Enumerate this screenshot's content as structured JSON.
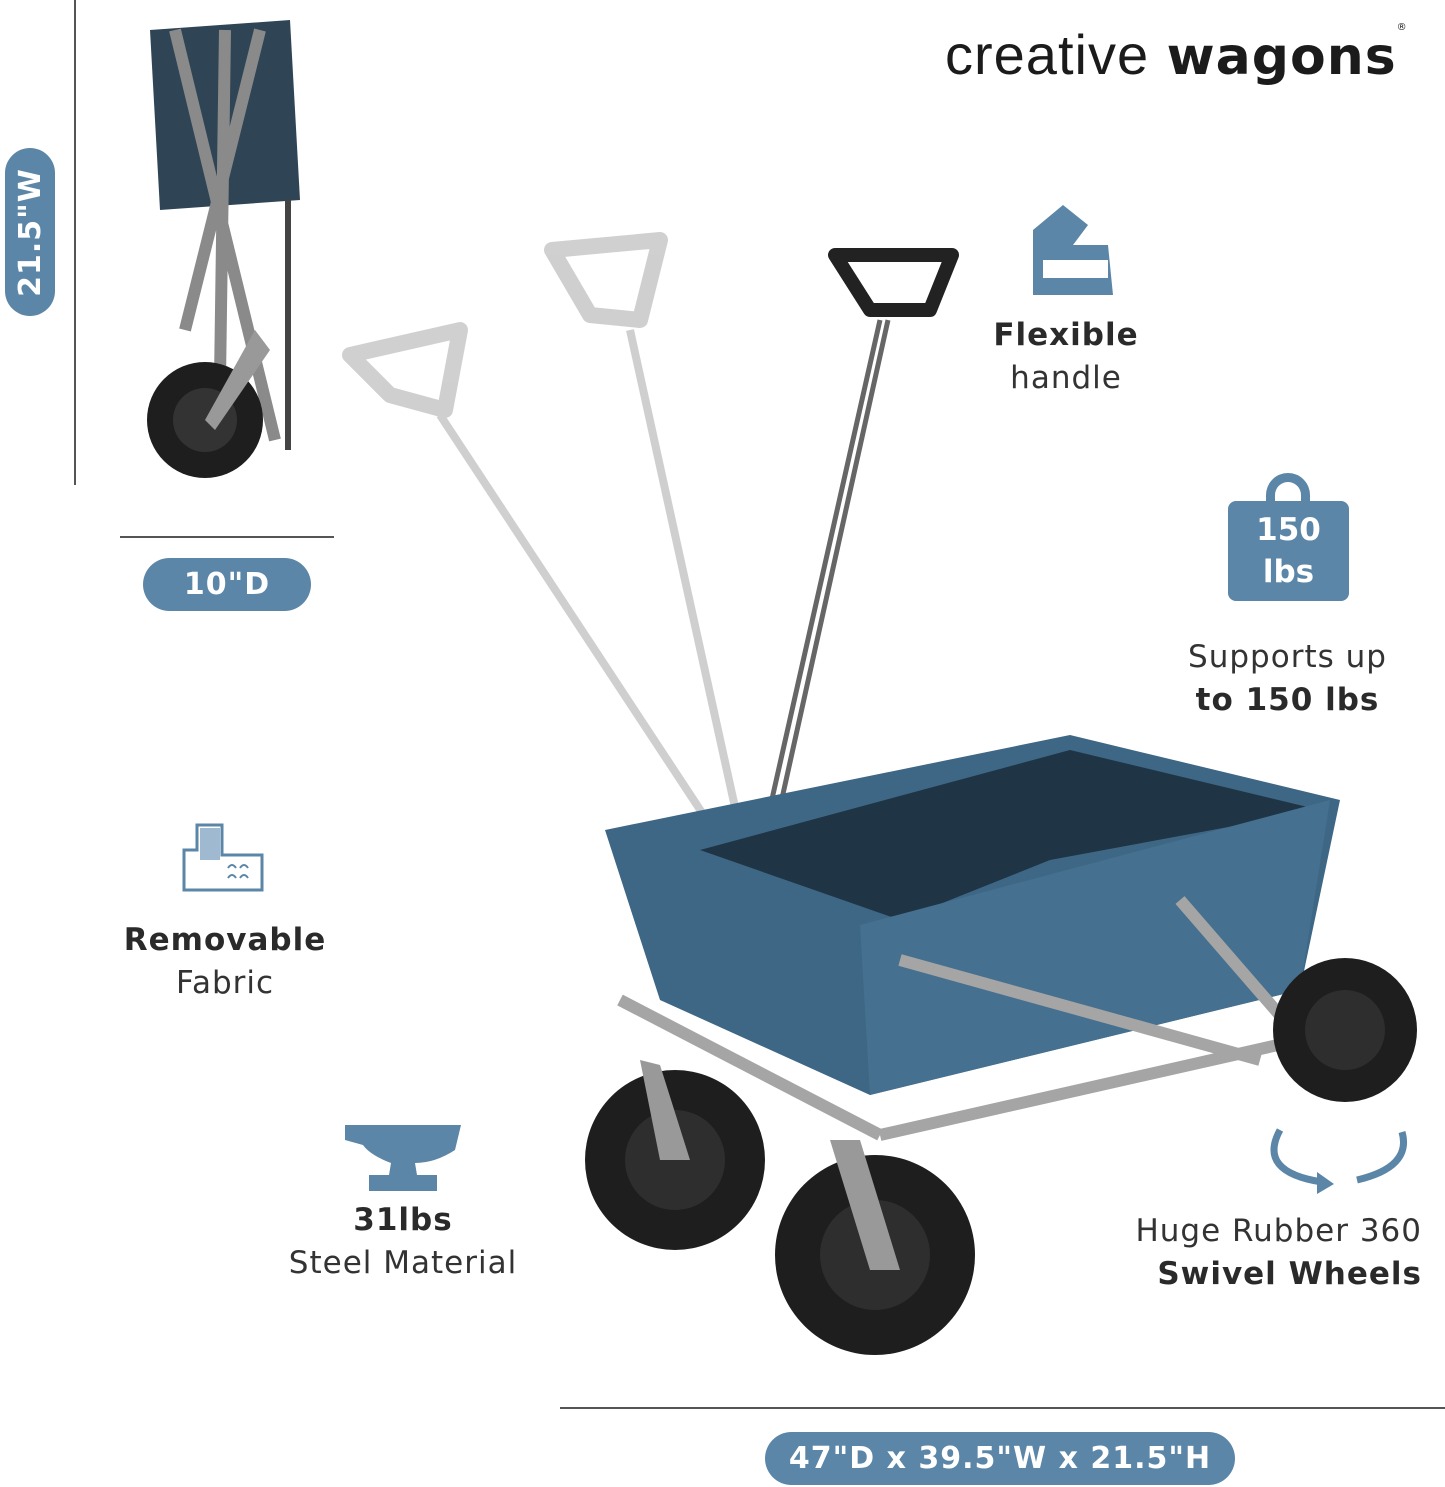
{
  "brand": {
    "name_light": "creative",
    "name_bold": "wagons",
    "registered": "®"
  },
  "dimensions": {
    "folded_width": "21.5\"W",
    "folded_depth": "10\"D",
    "full": "47\"D x 39.5\"W x 21.5\"H"
  },
  "features": [
    {
      "icon": "hand-grip-icon",
      "bold": "Flexible",
      "text": "handle"
    },
    {
      "icon": "weight-icon",
      "icon_text_1": "150",
      "icon_text_2": "lbs",
      "text": "Supports up",
      "bold": "to 150 lbs"
    },
    {
      "icon": "fabric-icon",
      "bold": "Removable",
      "text": "Fabric"
    },
    {
      "icon": "anvil-icon",
      "bold": "31lbs",
      "text": "Steel Material"
    },
    {
      "icon": "swivel-arrows-icon",
      "text": "Huge Rubber 360",
      "bold": "Swivel Wheels"
    }
  ],
  "colors": {
    "accent": "#5b86a7",
    "fabric": "#3e6786",
    "frame": "#9a9a9a",
    "tire": "#1e1e1e"
  }
}
